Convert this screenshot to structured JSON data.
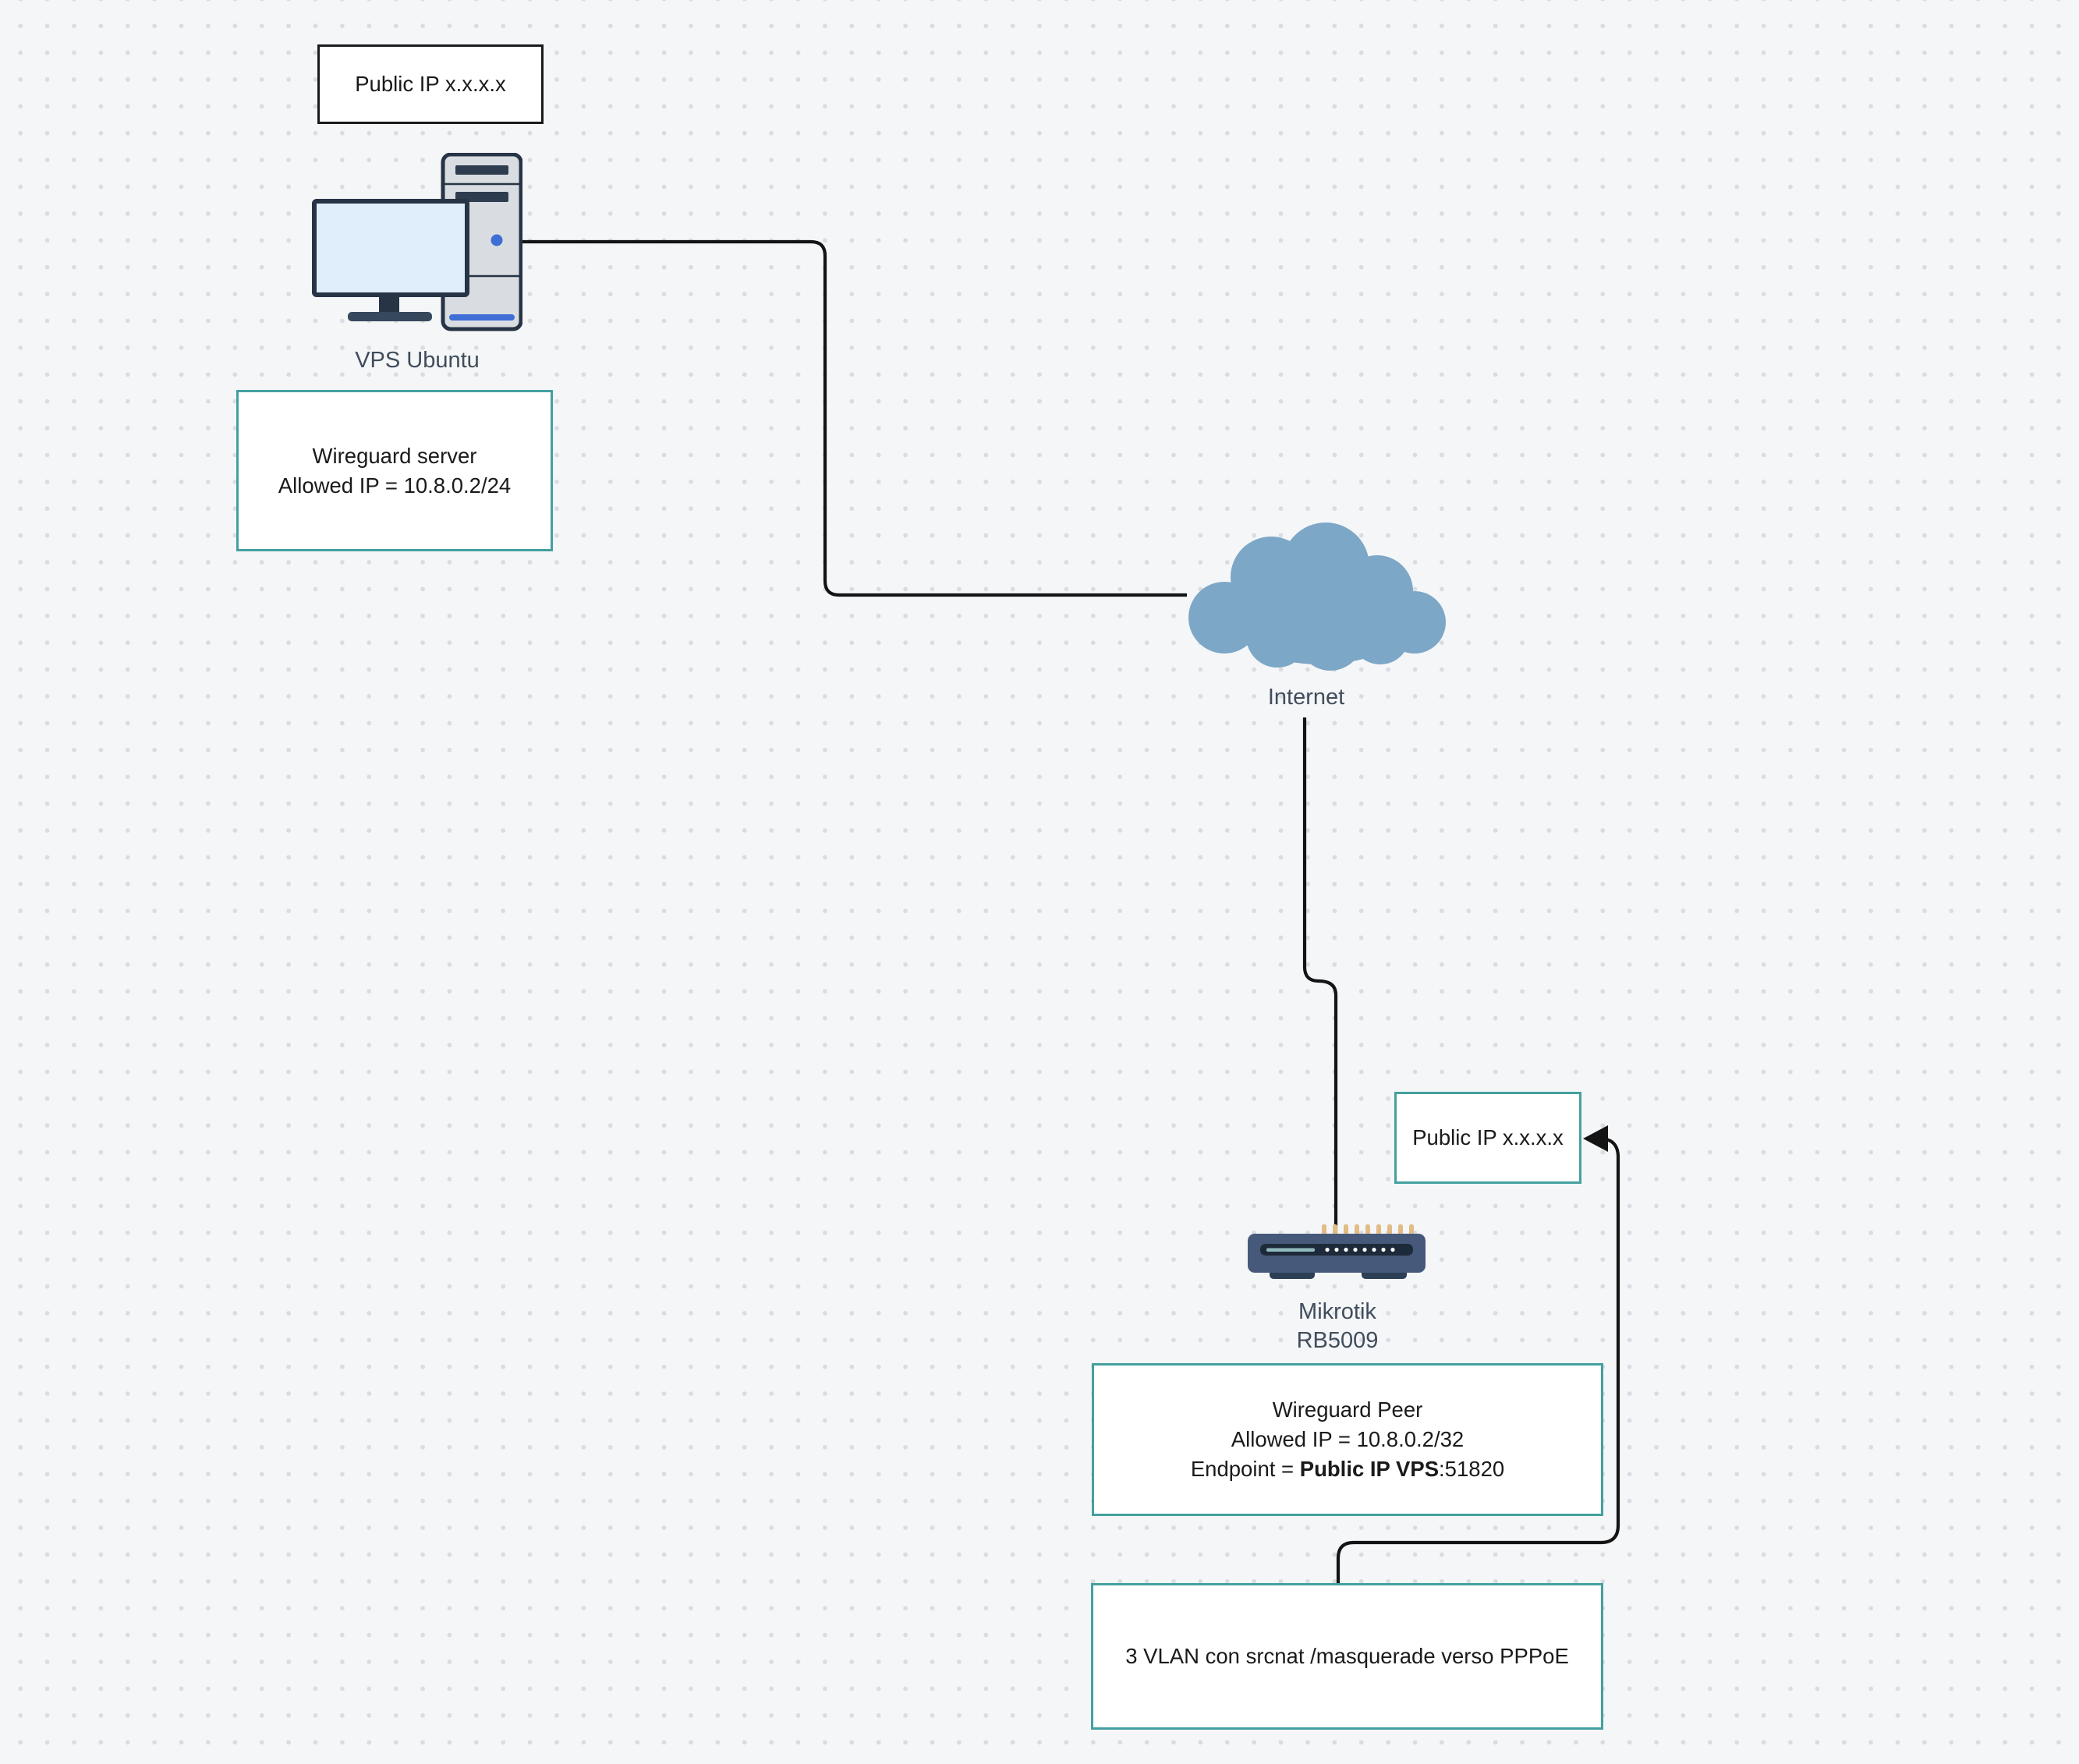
{
  "diagram": {
    "colors": {
      "background": "#f5f6f8",
      "grid_dot": "#d9dce1",
      "edge": "#141414",
      "teal_border": "#44a0a0",
      "black_border": "#1a1a1a",
      "cloud_fill": "#7da7c7",
      "router_body": "#46597b",
      "screen_fill": "#dfeefa",
      "accent_blue": "#3f6ed6"
    },
    "nodes": {
      "public_ip_vps": {
        "label": "Public IP x.x.x.x"
      },
      "vps": {
        "label": "VPS Ubuntu"
      },
      "wireguard_server": {
        "line1": "Wireguard server",
        "line2": "Allowed IP = 10.8.0.2/24"
      },
      "internet": {
        "label": "Internet"
      },
      "mikrotik": {
        "line1": "Mikrotik",
        "line2": "RB5009"
      },
      "public_ip_router": {
        "label": "Public IP x.x.x.x"
      },
      "wireguard_peer": {
        "line1": "Wireguard Peer",
        "line2": "Allowed IP = 10.8.0.2/32",
        "line3_prefix": "Endpoint = ",
        "line3_bold": "Public IP VPS",
        "line3_suffix": ":51820"
      },
      "vlan": {
        "label": "3 VLAN con srcnat /masquerade verso PPPoE"
      }
    }
  }
}
